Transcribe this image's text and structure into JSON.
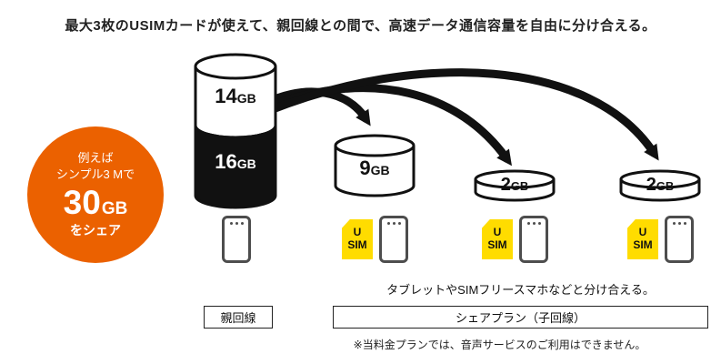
{
  "title": "最大3枚のUSIMカードが使えて、親回線との間で、高速データ通信容量を自由に分け合える。",
  "badge": {
    "line1": "例えば",
    "line2": "シンプル3 Mで",
    "value": "30",
    "unit": "GB",
    "line3": "をシェア"
  },
  "main_cylinder": {
    "remaining": {
      "value": "14",
      "unit": "GB"
    },
    "shared": {
      "value": "16",
      "unit": "GB"
    }
  },
  "share_cylinders": [
    {
      "value": "9",
      "unit": "GB"
    },
    {
      "value": "2",
      "unit": "GB"
    },
    {
      "value": "2",
      "unit": "GB"
    }
  ],
  "usim": {
    "line1": "U",
    "line2": "SIM"
  },
  "labels": {
    "parent": "親回線",
    "share_plan": "シェアプラン（子回線）",
    "share_note": "タブレットやSIMフリースマホなどと分け合える。",
    "footnote": "※当料金プランでは、音声サービスのご利用はできません。"
  },
  "colors": {
    "accent_orange": "#eb6100",
    "sim_yellow": "#ffdc00",
    "ink_black": "#111111"
  }
}
